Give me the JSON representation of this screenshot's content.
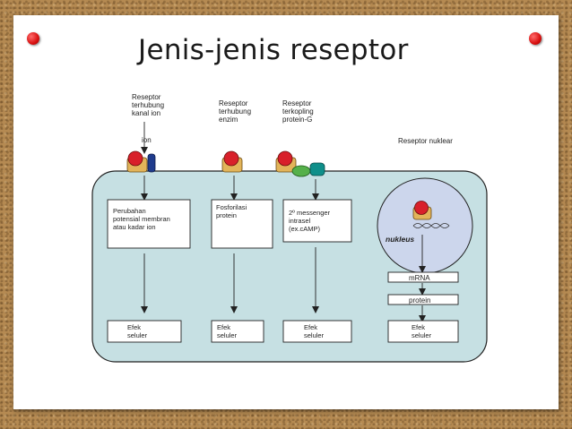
{
  "slide": {
    "title": "Jenis-jenis reseptor"
  },
  "diagram": {
    "receptor_labels": {
      "ion_channel": [
        "Reseptor",
        "terhubung",
        "kanal ion"
      ],
      "enzyme": [
        "Reseptor",
        "terhubung",
        "enzim"
      ],
      "g_protein": [
        "Reseptor",
        "terkopling",
        "protein-G"
      ],
      "nuclear": "Reseptor nuklear"
    },
    "ion_label": "ion",
    "boxes": {
      "ion_channel_effect": [
        "Perubahan",
        "potensial membran",
        "atau kadar ion"
      ],
      "enzyme_effect": [
        "Fosforilasi",
        "protein"
      ],
      "g_protein_effect": [
        "2º messenger",
        "intrasel",
        "(ex.cAMP)"
      ]
    },
    "nucleus_label": "nukleus",
    "mrna_label": "mRNA",
    "protein_label": "protein",
    "final_effect": [
      "Efek",
      "seluler"
    ]
  },
  "colors": {
    "cell_fill": "#c6e0e3",
    "receptor_red": "#d8202a",
    "receptor_tan": "#e2b45a",
    "channel_blue": "#1f3b8c",
    "g_green": "#55b04a",
    "g_teal": "#0f8f8a",
    "pin_red": "#e01b1b"
  }
}
